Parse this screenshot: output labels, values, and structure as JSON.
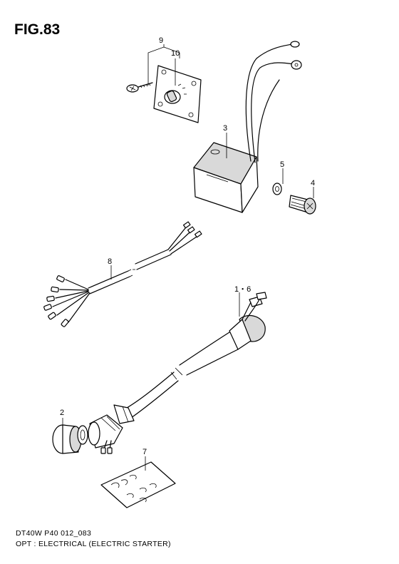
{
  "figure": {
    "title": "FIG.83",
    "code": "DT40W P40 012_083",
    "description": "OPT : ELECTRICAL (ELECTRIC STARTER)"
  },
  "callouts": {
    "c9": "9",
    "c10": "10",
    "c3": "3",
    "c5": "5",
    "c4": "4",
    "c8": "8",
    "c1_6": "1・6",
    "c2": "2",
    "c7": "7"
  }
}
